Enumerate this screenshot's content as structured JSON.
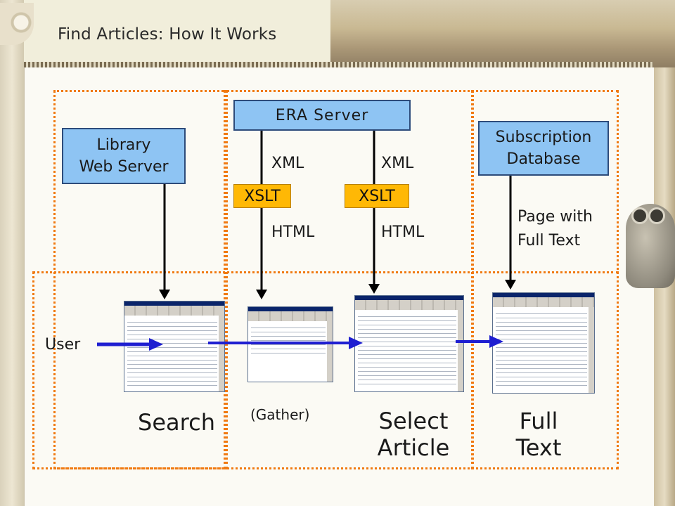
{
  "title": "Find Articles: How It Works",
  "boxes": {
    "era_server": "ERA Server",
    "library_web_server": "Library\nWeb Server",
    "subscription_database": "Subscription\nDatabase"
  },
  "xslt_left": "XSLT",
  "xslt_right": "XSLT",
  "labels": {
    "xml_left": "XML",
    "xml_right": "XML",
    "html_left": "HTML",
    "html_right": "HTML",
    "page_with_full_text": "Page with\nFull Text",
    "user": "User"
  },
  "steps": {
    "search": "Search",
    "gather": "(Gather)",
    "select_article": "Select\nArticle",
    "full_text": "Full\nText"
  },
  "colors": {
    "box_fill": "#8ec4f3",
    "xslt_fill": "#ffb805",
    "dotted_border": "#f07a12",
    "arrow_blue": "#1f1fd1"
  }
}
